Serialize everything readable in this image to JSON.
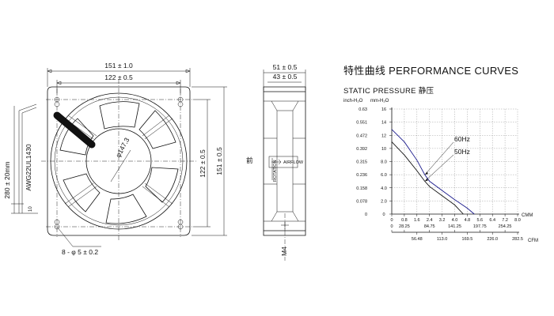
{
  "front_view": {
    "dim_overall_width": "151 ± 1.0",
    "dim_hole_spacing_width": "122 ± 0.5",
    "dim_overall_height": "151 ± 0.5",
    "dim_hole_spacing_height": "122 ± 0.5",
    "dim_diameter": "φ147.3",
    "dim_holes": "8 - φ 5 ± 0.2",
    "lead_length": "280 ± 20mm",
    "wire_spec": "AWG22UL1430",
    "strip_length": "10"
  },
  "side_view": {
    "dim_depth": "51 ± 0.5",
    "dim_inner_depth": "43 ± 0.5",
    "front_label": "前",
    "airflow_label": "AIRFLOW",
    "rotation_label": "ROTATION",
    "screw_label": "M4"
  },
  "chart_data": {
    "type": "line",
    "title": "特性曲线 PERFORMANCE CURVES",
    "subtitle": "STATIC  PRESSURE 静压",
    "y_unit_inch": "inch-H₂O",
    "y_unit_mm": "mm-H₂O",
    "x_unit_cmm": "CMM",
    "x_unit_cfm": "CFM",
    "y_ticks_inch": [
      "0.63",
      "0.551",
      "0.472",
      "0.392",
      "0.315",
      "0.236",
      "0.158",
      "0.078",
      "0"
    ],
    "y_ticks_mm": [
      "16",
      "14",
      "12",
      "10",
      "8.0",
      "6.0",
      "4.0",
      "2.0",
      "0"
    ],
    "x_ticks_cmm": [
      "0",
      "0.8",
      "1.6",
      "2.4",
      "3.2",
      "4.0",
      "4.8",
      "5.6",
      "6.4",
      "7.2",
      "8.0"
    ],
    "x_ticks_cfm_top": [
      "0",
      "28.25",
      "84.75",
      "141.25",
      "197.75",
      "254.25"
    ],
    "x_ticks_cfm_bottom": [
      "56.48",
      "113.0",
      "169.5",
      "226.0",
      "282.5"
    ],
    "xlim": [
      0,
      8.0
    ],
    "ylim": [
      0,
      16
    ],
    "grid": true,
    "series": [
      {
        "name": "60Hz",
        "x": [
          0,
          0.8,
          1.6,
          2.1,
          2.4,
          3.2,
          4.0,
          4.8,
          5.25
        ],
        "y": [
          12.9,
          11.0,
          8.2,
          6.0,
          5.0,
          3.6,
          2.2,
          0.9,
          0
        ]
      },
      {
        "name": "50Hz",
        "x": [
          0,
          0.8,
          1.6,
          2.1,
          2.4,
          3.2,
          4.0,
          4.55
        ],
        "y": [
          11.0,
          9.0,
          6.6,
          5.0,
          4.2,
          2.8,
          1.4,
          0
        ]
      }
    ]
  }
}
